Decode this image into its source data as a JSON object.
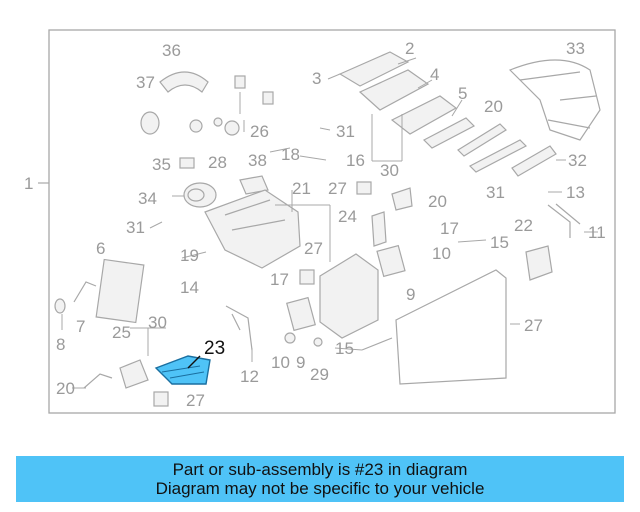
{
  "diagram": {
    "callouts": {
      "c1": "1",
      "c2": "2",
      "c3": "3",
      "c4": "4",
      "c5": "5",
      "c6": "6",
      "c7": "7",
      "c8": "8",
      "c9a": "9",
      "c9b": "9",
      "c10a": "10",
      "c10b": "10",
      "c11": "11",
      "c12": "12",
      "c13": "13",
      "c14": "14",
      "c15a": "15",
      "c15b": "15",
      "c16": "16",
      "c17a": "17",
      "c17b": "17",
      "c18": "18",
      "c19": "19",
      "c20a": "20",
      "c20b": "20",
      "c20c": "20",
      "c21": "21",
      "c22": "22",
      "c23": "23",
      "c24": "24",
      "c25": "25",
      "c26": "26",
      "c27a": "27",
      "c27b": "27",
      "c27c": "27",
      "c27d": "27",
      "c28": "28",
      "c29": "29",
      "c30a": "30",
      "c30b": "30",
      "c31a": "31",
      "c31b": "31",
      "c31c": "31",
      "c32": "32",
      "c33": "33",
      "c34": "34",
      "c35": "35",
      "c36": "36",
      "c37": "37",
      "c38": "38"
    },
    "highlight_color": "#4fc3f7",
    "highlighted_part": "23"
  },
  "caption": {
    "line1": "Part or sub-assembly is #23 in diagram",
    "line2": "Diagram may not be specific to your vehicle",
    "background": "#4fc3f7"
  }
}
